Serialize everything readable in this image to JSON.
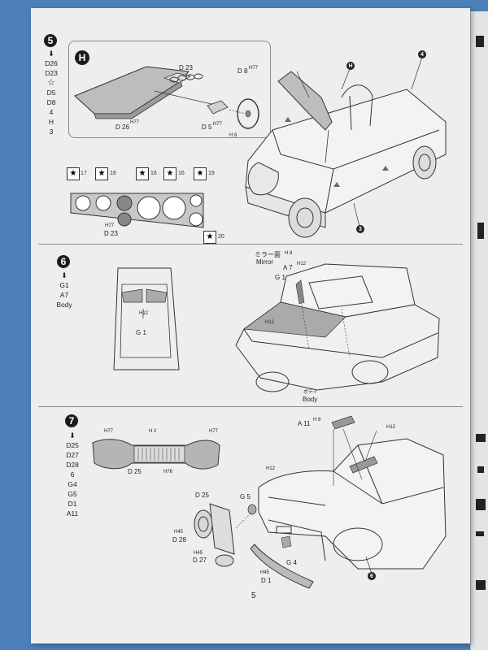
{
  "page": {
    "number": "5"
  },
  "step5": {
    "number": "5",
    "inset_marker": "H",
    "order": [
      "D26",
      "D23",
      "☆",
      "D5",
      "D8",
      "4",
      "H",
      "3"
    ],
    "labels": {
      "d23": "D 23",
      "d8": "D 8",
      "h77_a": "H77",
      "d26": "D 26",
      "h77_b": "H77",
      "d5": "D 5",
      "h77_c": "H77",
      "h8": "H 8",
      "h77_d": "H77",
      "d23_b": "D 23",
      "marker_h": "H",
      "marker_4": "4",
      "marker_3": "3"
    },
    "decals": [
      "17",
      "18",
      "16",
      "16",
      "19",
      "20"
    ]
  },
  "step6": {
    "number": "6",
    "order": [
      "G1",
      "A7",
      "Body"
    ],
    "labels": {
      "mirror_jp": "ミラー面",
      "h8": "H 8",
      "mirror": "Mirror",
      "a7": "A 7",
      "h12_a": "H12",
      "g1": "G 1",
      "h12_b": "H12",
      "g1_b": "G 1",
      "h12_c": "H12",
      "body_jp": "ボディ",
      "body": "Body"
    }
  },
  "step7": {
    "number": "7",
    "order": [
      "D25",
      "D27",
      "D28",
      "6",
      "G4",
      "G5",
      "D1",
      "A11"
    ],
    "labels": {
      "h77_a": "H77",
      "h2": "H 2",
      "h77_b": "H77",
      "d25": "D 25",
      "h76": "H76",
      "a11": "A 11",
      "h8": "H 8",
      "h12_a": "H12",
      "h12_b": "H12",
      "d25_b": "D 25",
      "g5": "G 5",
      "h45_a": "H45",
      "d28": "D 28",
      "h45_b": "H45",
      "d27": "D 27",
      "h45_c": "H45",
      "d1": "D 1",
      "g4": "G 4",
      "marker_6": "6"
    }
  }
}
